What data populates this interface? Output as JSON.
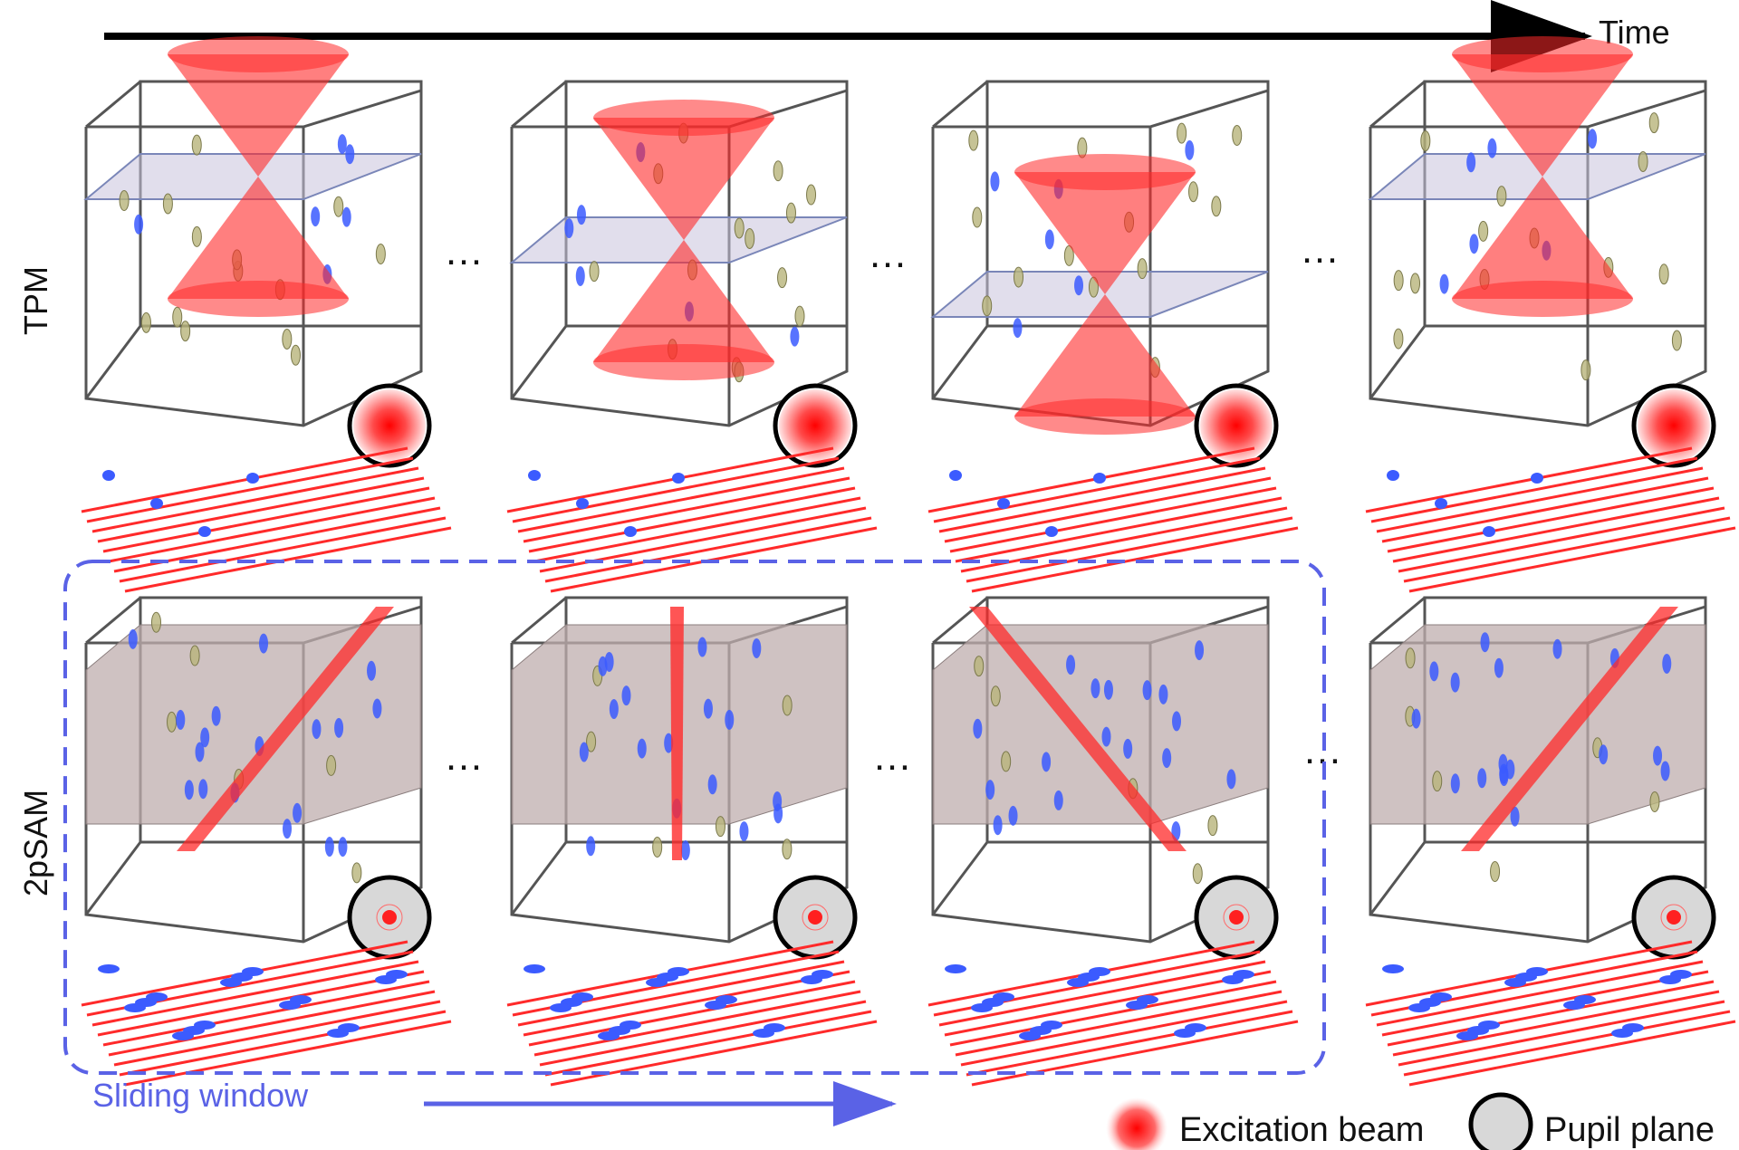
{
  "time_axis": {
    "label": "Time"
  },
  "rows": [
    {
      "label": "TPM"
    },
    {
      "label": "2pSAM"
    }
  ],
  "ellipsis": "…",
  "sliding_window": {
    "label": "Sliding window"
  },
  "legend": {
    "excitation_beam": "Excitation beam",
    "pupil_plane": "Pupil plane"
  },
  "colors": {
    "beam_red": "#ff2a2a",
    "neuron_blue": "#3b5bff",
    "neuron_olive": "#b8b47a",
    "window_blue": "#5a62e6",
    "slab_fill": "#bfaeae",
    "pupil_grey": "#d8d8d8"
  },
  "icons": [
    "excitation-beam-icon",
    "pupil-plane-icon",
    "time-arrow-icon",
    "sliding-window-arrow-icon"
  ]
}
